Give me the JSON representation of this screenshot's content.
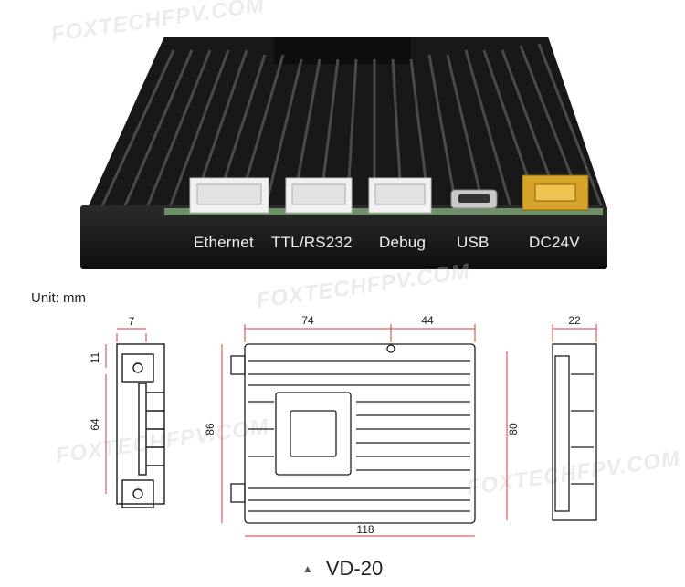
{
  "ports": {
    "ethernet": "Ethernet",
    "ttl": "TTL/RS232",
    "debug": "Debug",
    "usb": "USB",
    "power": "DC24V"
  },
  "unit_label": "Unit: mm",
  "dimensions": {
    "side_width": "7",
    "side_top_offset": "11",
    "side_height": "64",
    "top_left_width": "74",
    "top_right_width": "44",
    "top_left_height": "86",
    "top_right_height": "80",
    "top_total_width": "118",
    "end_depth": "22"
  },
  "caption": {
    "triangle": "▲",
    "model": "VD-20"
  },
  "watermark": "FOXTECHFPV.COM",
  "colors": {
    "device_body": "#1b1b1b",
    "connector": "#f1f1f1",
    "power_connector": "#d7a32a",
    "drawing_line": "#1d1d1d",
    "dimension_line": "#d93a3a"
  }
}
